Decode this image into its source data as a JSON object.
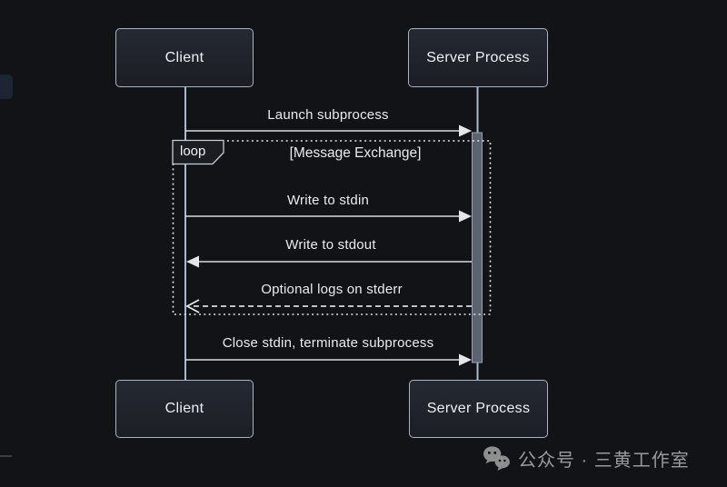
{
  "actors": {
    "client": "Client",
    "server": "Server Process"
  },
  "messages": [
    {
      "label": "Launch subprocess",
      "from": "Client",
      "to": "Server Process",
      "style": "solid-filled-arrow"
    },
    {
      "label": "Write to stdin",
      "from": "Client",
      "to": "Server Process",
      "style": "solid-filled-arrow"
    },
    {
      "label": "Write to stdout",
      "from": "Server Process",
      "to": "Client",
      "style": "solid-filled-arrow"
    },
    {
      "label": "Optional logs on stderr",
      "from": "Server Process",
      "to": "Client",
      "style": "dashed-open-arrow"
    },
    {
      "label": "Close stdin, terminate subprocess",
      "from": "Client",
      "to": "Server Process",
      "style": "solid-filled-arrow"
    }
  ],
  "loop": {
    "label": "loop",
    "condition": "[Message Exchange]"
  },
  "watermark": {
    "icon": "wechat-official-account-icon",
    "text": "公众号 · 三黄工作室"
  },
  "colors": {
    "background": "#121316",
    "actor_border": "#a9b4c2",
    "actor_fill": "#1f2329",
    "actor_text": "#eef1f4",
    "lifeline": "#a9bad0",
    "arrow": "#d6dade",
    "loop_border": "#dfe4ea",
    "activation_fill": "#5b6270",
    "activation_border": "#9aa2ad",
    "watermark_text": "#9a9a9a"
  }
}
